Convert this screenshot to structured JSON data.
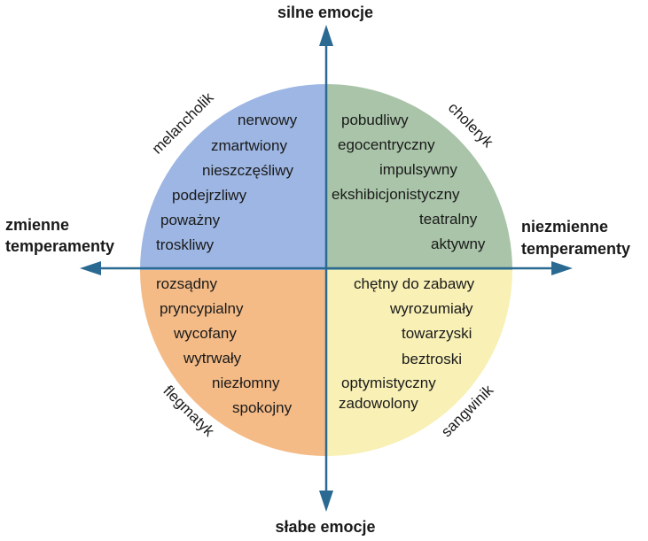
{
  "axes": {
    "top": "silne emocje",
    "bottom": "słabe emocje",
    "left": [
      "zmienne",
      "temperamenty"
    ],
    "right": [
      "niezmienne",
      "temperamenty"
    ]
  },
  "colors": {
    "axis": "#2a6a92",
    "melancholic": "#9db6e3",
    "choleric": "#a9c4a8",
    "phlegmatic": "#f4bb87",
    "sanguine": "#f8f0b5"
  },
  "quadrants": {
    "melancholic": {
      "name": "melancholik",
      "traits": [
        "nerwowy",
        "zmartwiony",
        "nieszczęśliwy",
        "podejrzliwy",
        "poważny",
        "troskliwy"
      ]
    },
    "choleric": {
      "name": "choleryk",
      "traits": [
        "pobudliwy",
        "egocentryczny",
        "impulsywny",
        "ekshibicjonistyczny",
        "teatralny",
        "aktywny"
      ]
    },
    "phlegmatic": {
      "name": "flegmatyk",
      "traits": [
        "rozsądny",
        "pryncypialny",
        "wycofany",
        "wytrwały",
        "niezłomny",
        "spokojny"
      ]
    },
    "sanguine": {
      "name": "sangwinik",
      "traits": [
        "chętny do zabawy",
        "wyrozumiały",
        "towarzyski",
        "beztroski",
        "optymistyczny",
        "zadowolony"
      ]
    }
  }
}
